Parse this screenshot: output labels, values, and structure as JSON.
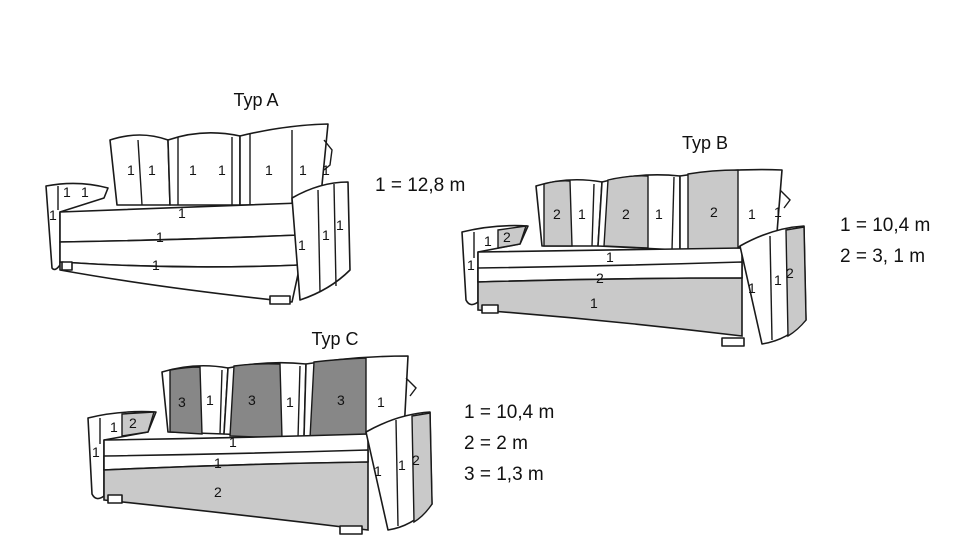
{
  "colors": {
    "outline": "#1a1a1a",
    "white": "#ffffff",
    "light_gray": "#c9c9c9",
    "dark_gray": "#878787"
  },
  "sofas": [
    {
      "title": "Typ A",
      "legend": [
        "1 = 12,8 m"
      ],
      "labels": [
        "1",
        "1",
        "1",
        "1",
        "1",
        "1",
        "1",
        "1",
        "1",
        "1",
        "1",
        "1",
        "1",
        "1",
        "1"
      ]
    },
    {
      "title": "Typ B",
      "legend": [
        "1 = 10,4 m",
        "2 = 3, 1 m"
      ],
      "labels": [
        "2",
        "1",
        "2",
        "1",
        "2",
        "1",
        "1",
        "1",
        "2",
        "1",
        "1",
        "2",
        "1",
        "1",
        "1",
        "2"
      ]
    },
    {
      "title": "Typ C",
      "legend": [
        "1 = 10,4 m",
        "2 = 2 m",
        "3 = 1,3 m"
      ],
      "labels": [
        "3",
        "1",
        "3",
        "1",
        "3",
        "1",
        "1",
        "2",
        "1",
        "1",
        "1",
        "1",
        "1",
        "2",
        "2"
      ]
    }
  ]
}
